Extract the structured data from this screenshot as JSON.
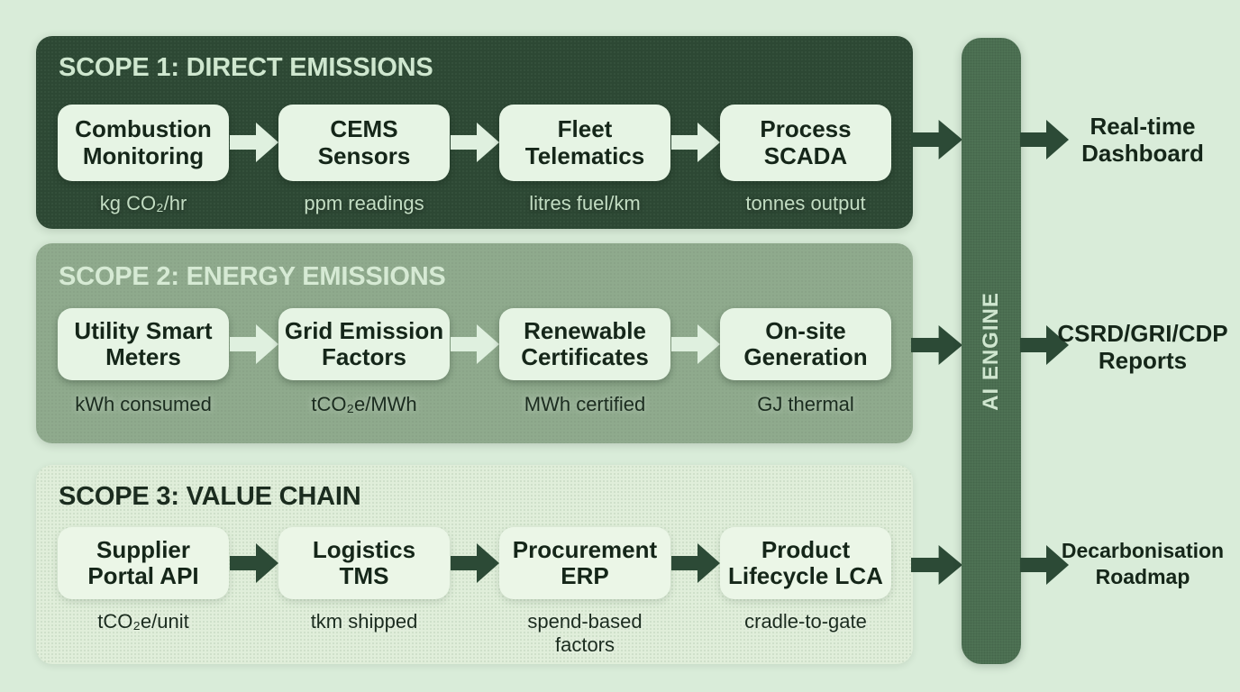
{
  "colors": {
    "page_bg": "#d9ecd9",
    "scope1_bg": "#2d4834",
    "scope2_bg": "#8faa8d",
    "scope3_bg": "#e0eeda",
    "node_bg": "#e6f4e4",
    "node_text": "#152619",
    "engine_bg": "#4e7254",
    "engine_text": "#cfe6cf",
    "arrow_light": "#dff0df",
    "arrow_dark": "#2c4a36",
    "title_light": "#cfe7cf",
    "dark_text": "#1b2c1f"
  },
  "engine": {
    "label": "AI ENGINE"
  },
  "scopes": [
    {
      "title": "SCOPE 1: DIRECT EMISSIONS",
      "nodes": [
        {
          "label": "Combustion\nMonitoring",
          "unit": "kg CO₂/hr"
        },
        {
          "label": "CEMS\nSensors",
          "unit": "ppm readings"
        },
        {
          "label": "Fleet\nTelematics",
          "unit": "litres fuel/km"
        },
        {
          "label": "Process\nSCADA",
          "unit": "tonnes output"
        }
      ],
      "output": "Real-time\nDashboard"
    },
    {
      "title": "SCOPE 2: ENERGY EMISSIONS",
      "nodes": [
        {
          "label": "Utility Smart\nMeters",
          "unit": "kWh consumed"
        },
        {
          "label": "Grid Emission\nFactors",
          "unit": "tCO₂e/MWh"
        },
        {
          "label": "Renewable\nCertificates",
          "unit": "MWh certified"
        },
        {
          "label": "On-site\nGeneration",
          "unit": "GJ thermal"
        }
      ],
      "output": "CSRD/GRI/CDP\nReports"
    },
    {
      "title": "SCOPE 3: VALUE CHAIN",
      "nodes": [
        {
          "label": "Supplier\nPortal API",
          "unit": "tCO₂e/unit"
        },
        {
          "label": "Logistics\nTMS",
          "unit": "tkm shipped"
        },
        {
          "label": "Procurement\nERP",
          "unit": "spend-based\nfactors"
        },
        {
          "label": "Product\nLifecycle LCA",
          "unit": "cradle-to-gate"
        }
      ],
      "output": "Decarbonisation\nRoadmap"
    }
  ]
}
